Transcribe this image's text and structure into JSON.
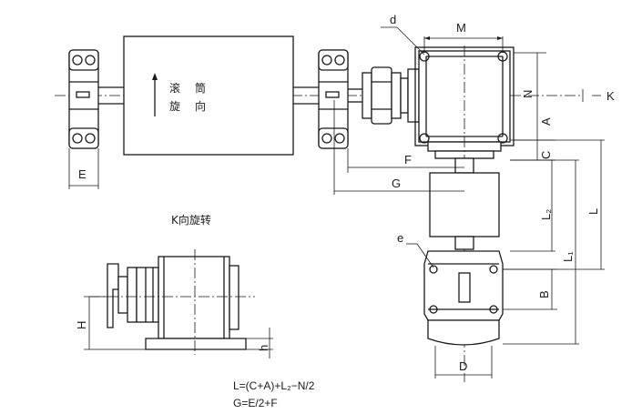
{
  "labels": {
    "d": "d",
    "M": "M",
    "N": "N",
    "K": "K",
    "A": "A",
    "C": "C",
    "F": "F",
    "G": "G",
    "E": "E",
    "L": "L",
    "L2": "L₂",
    "L1": "L₁",
    "e": "e",
    "B": "B",
    "D": "D",
    "H": "H",
    "h": "h"
  },
  "drum_text": {
    "line1": [
      "滚",
      "筒"
    ],
    "line2": [
      "旋",
      "向"
    ]
  },
  "view_title": "K向旋转",
  "formulas": [
    "L=(C+A)+L₂−N/2",
    "G=E/2+F"
  ]
}
